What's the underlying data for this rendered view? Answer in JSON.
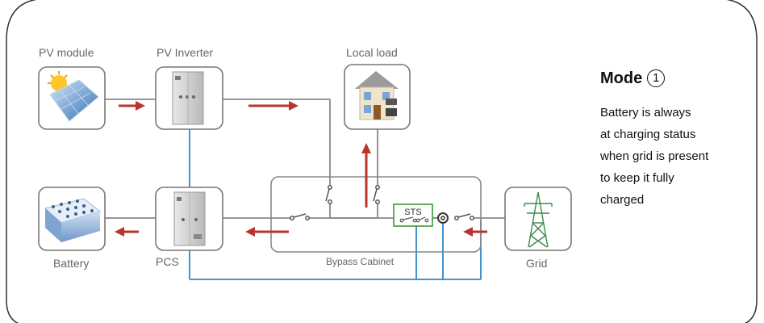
{
  "labels": {
    "pv_module": "PV module",
    "pv_inverter": "PV Inverter",
    "local_load": "Local load",
    "battery": "Battery",
    "pcs": "PCS",
    "bypass_cabinet": "Bypass Cabinet",
    "grid": "Grid",
    "sts": "STS"
  },
  "mode": {
    "title": "Mode",
    "number": "1",
    "lines": [
      "Battery is always",
      "at charging status",
      "when grid is present",
      "to keep it fully",
      "charged"
    ]
  },
  "colors": {
    "arrow": "#b8342e",
    "dc_line": "#2e86c9",
    "ac_line": "#888888",
    "sts_box": "#3a9a3a",
    "frame": "#333333"
  },
  "icons": {
    "pv_module": "solar-panel-icon",
    "pv_inverter": "inverter-cabinet-icon",
    "local_load": "house-icon",
    "battery": "battery-bank-icon",
    "pcs": "pcs-cabinet-icon",
    "grid": "transmission-tower-icon"
  }
}
